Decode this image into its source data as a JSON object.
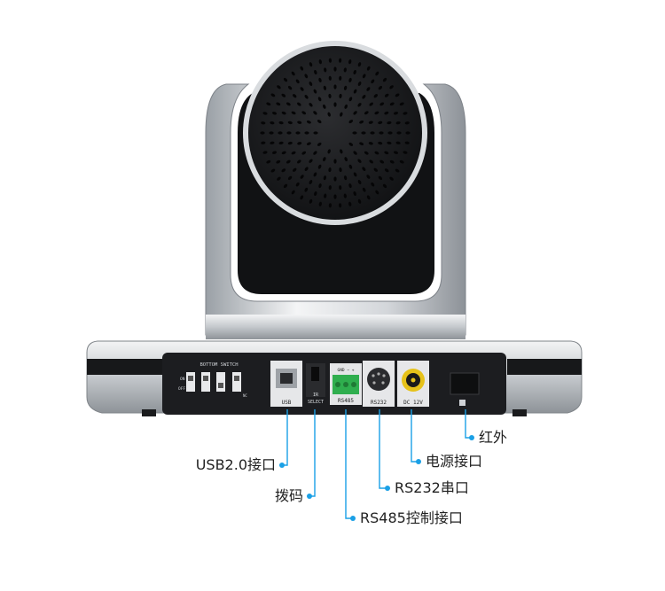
{
  "panel": {
    "switch_title": "BOTTOM SWITCH",
    "on_label": "ON",
    "off_label": "OFF",
    "switch_nc": "NC",
    "usb_label": "USB",
    "ir_select_line1": "IR",
    "ir_select_line2": "SELECT",
    "rs485_terminal": "GND  −  +",
    "rs485_label": "RS485",
    "rs232_label": "RS232",
    "dc_label": "DC 12V"
  },
  "callouts": {
    "usb": "USB2.0接口",
    "dip": "拨码",
    "rs485": "RS485控制接口",
    "rs232": "RS232串口",
    "power": "电源接口",
    "ir": "红外"
  },
  "colors": {
    "leader": "#1aa0e6",
    "body_silver": "#c9cdd2",
    "panel_dark": "#1c1d20",
    "terminal_green": "#2fae4e",
    "dc_yellow": "#e6c21a"
  }
}
